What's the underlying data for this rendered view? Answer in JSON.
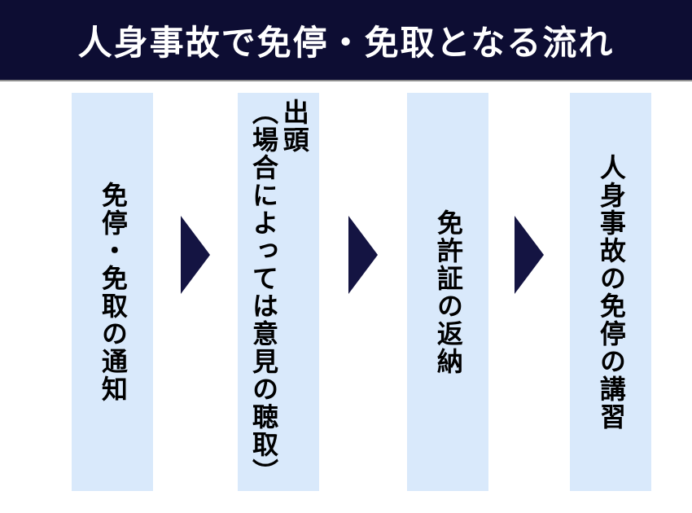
{
  "header": {
    "title": "人身事故で免停・免取となる流れ"
  },
  "colors": {
    "header_bg": "#0d0d33",
    "header_text": "#ffffff",
    "step_bg": "#d9e9fb",
    "step_text": "#000000",
    "arrow": "#141442"
  },
  "flow": {
    "steps": [
      {
        "label": "免停・免取の通知"
      },
      {
        "label": "出頭\n（場合によっては意見の聴取）"
      },
      {
        "label": "免許証の返納"
      },
      {
        "label": "人身事故の免停の講習"
      }
    ]
  }
}
